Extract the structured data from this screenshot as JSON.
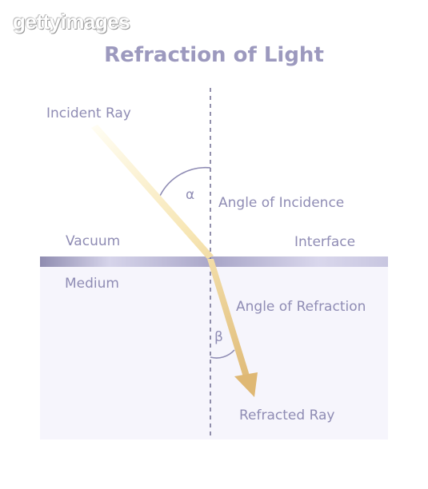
{
  "watermark": "gettyimages",
  "title": "Refraction of Light",
  "labels": {
    "incident_ray": "Incident Ray",
    "angle_of_incidence": "Angle of Incidence",
    "vacuum": "Vacuum",
    "interface": "Interface",
    "medium": "Medium",
    "angle_of_refraction": "Angle of Refraction",
    "refracted_ray": "Refracted Ray",
    "alpha": "α",
    "beta": "β"
  },
  "colors": {
    "text": "#8f8cb4",
    "title": "#9c99be",
    "medium_fill": "#f6f5fc",
    "interface": "#cfcde6",
    "ray_light": "#fbf1c9",
    "ray_dark": "#e0bb78",
    "normal_line": "#6f6c90"
  }
}
